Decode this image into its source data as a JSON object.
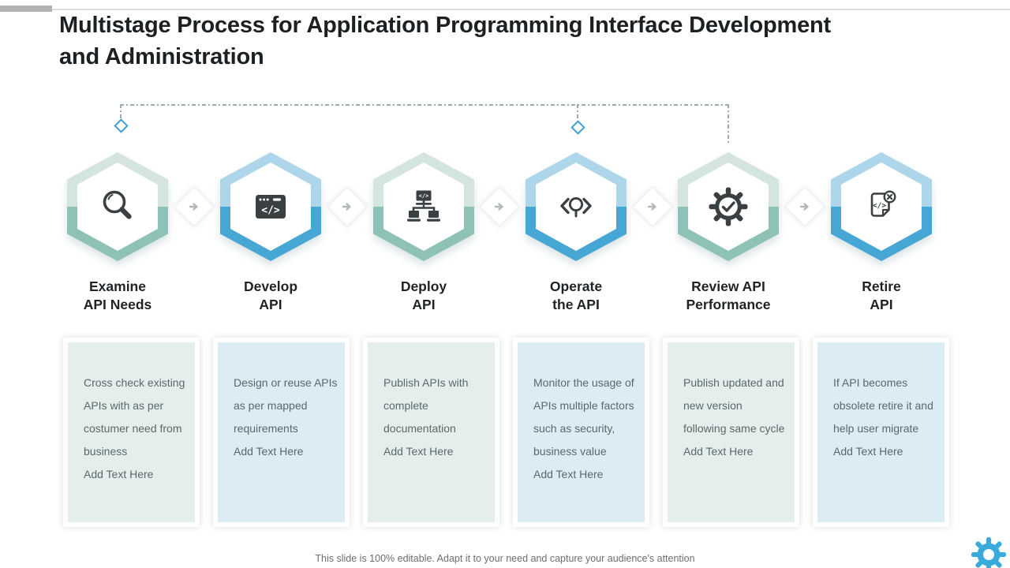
{
  "slide": {
    "title_lines": [
      "Multistage Process for Application Programming Interface Development",
      "and Administration"
    ],
    "footer": "This slide is 100% editable. Adapt it to your need and capture your audience's attention"
  },
  "stages": [
    {
      "label_line1": "Examine",
      "label_line2": "API Needs",
      "icon": "search-icon",
      "theme": "green",
      "body": "Cross check existing APIs with as per costumer need from business",
      "cta": "Add Text Here"
    },
    {
      "label_line1": "Develop",
      "label_line2": "API",
      "icon": "code-window-icon",
      "theme": "blue",
      "body": "Design or reuse APIs as per mapped requirements",
      "cta": "Add Text Here"
    },
    {
      "label_line1": "Deploy",
      "label_line2": "API",
      "icon": "deployment-network-icon",
      "theme": "green",
      "body": "Publish APIs with complete documentation",
      "cta": "Add Text Here"
    },
    {
      "label_line1": "Operate",
      "label_line2": "the API",
      "icon": "code-search-icon",
      "theme": "blue",
      "body": "Monitor the usage of APIs multiple factors such as security, business value",
      "cta": "Add Text Here"
    },
    {
      "label_line1": "Review API",
      "label_line2": "Performance",
      "icon": "gear-check-icon",
      "theme": "green",
      "body": "Publish updated and new version following same cycle",
      "cta": "Add Text Here"
    },
    {
      "label_line1": "Retire",
      "label_line2": "API",
      "icon": "retire-document-icon",
      "theme": "blue",
      "body": "If API becomes obsolete retire it and help user migrate",
      "cta": "Add Text Here"
    }
  ],
  "colors": {
    "green_light": "#d3e5dd",
    "green_dark": "#8ec2b6",
    "blue_light": "#aed6ea",
    "blue_dark": "#47a7d4",
    "icon_dark": "#3a3f42",
    "brand_gear": "#39aadc",
    "box_green_bg": "#e4efeb",
    "box_blue_bg": "#dcecf4",
    "connector": "#9aabb0",
    "marker_diamond": "#41a0d2"
  }
}
